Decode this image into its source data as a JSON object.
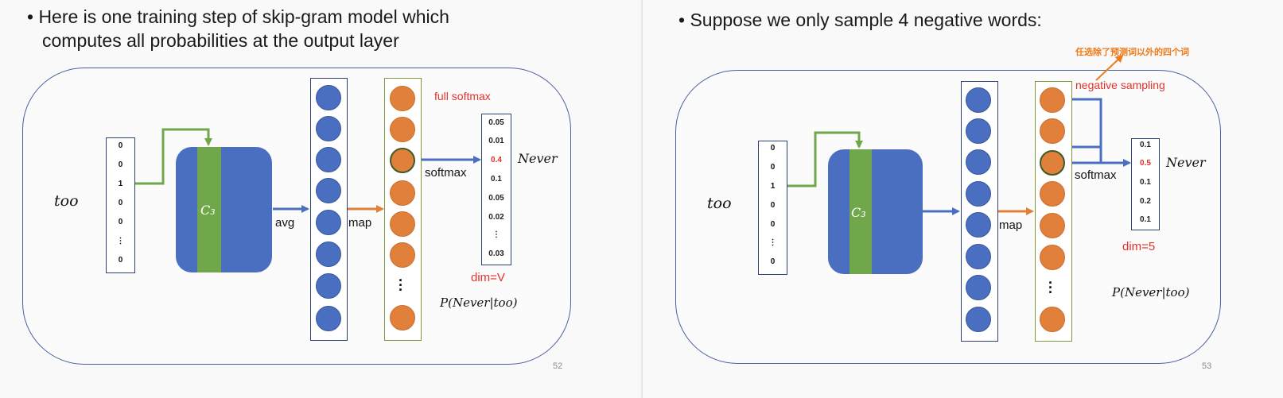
{
  "slides": [
    {
      "bullet_line1": "• Here is one training step of skip-gram model which",
      "bullet_line2": "computes all probabilities at the output layer",
      "input_word": "too",
      "onehot_values": [
        "0",
        "0",
        "1",
        "0",
        "0",
        "⋮",
        "0"
      ],
      "matrix_label": "C₃",
      "avg_label": "avg",
      "map_label": "map",
      "head_label": "full softmax",
      "softmax_label": "softmax",
      "probabilities": [
        "0.05",
        "0.01",
        "0.4",
        "0.1",
        "0.05",
        "0.02",
        "⋮",
        "0.03"
      ],
      "highlight_index": 2,
      "output_word": "Never",
      "dim_label": "dim=V",
      "formula": "P(Never|too)",
      "page_number": "52"
    },
    {
      "bullet_line1": "• Suppose we only sample 4 negative words:",
      "annotation_cn": "任选除了预测词以外的四个词",
      "input_word": "too",
      "onehot_values": [
        "0",
        "0",
        "1",
        "0",
        "0",
        "⋮",
        "0"
      ],
      "matrix_label": "C₃",
      "map_label": "map",
      "head_label": "negative sampling",
      "softmax_label": "softmax",
      "probabilities": [
        "0.1",
        "0.5",
        "0.1",
        "0.2",
        "0.1"
      ],
      "highlight_index": 1,
      "output_word": "Never",
      "dim_label": "dim=5",
      "formula": "P(Never|too)",
      "page_number": "53"
    }
  ],
  "colors": {
    "blue_node": "#4a6fc0",
    "orange_node": "#e0803a",
    "green_column": "#70a74a",
    "arrow_blue": "#4a6fc0",
    "arrow_green": "#70a74a",
    "arrow_orange": "#e0803a",
    "highlight_red": "#e2322b",
    "annotation_orange": "#ee7a1a",
    "frame": "#4a5fa3"
  }
}
